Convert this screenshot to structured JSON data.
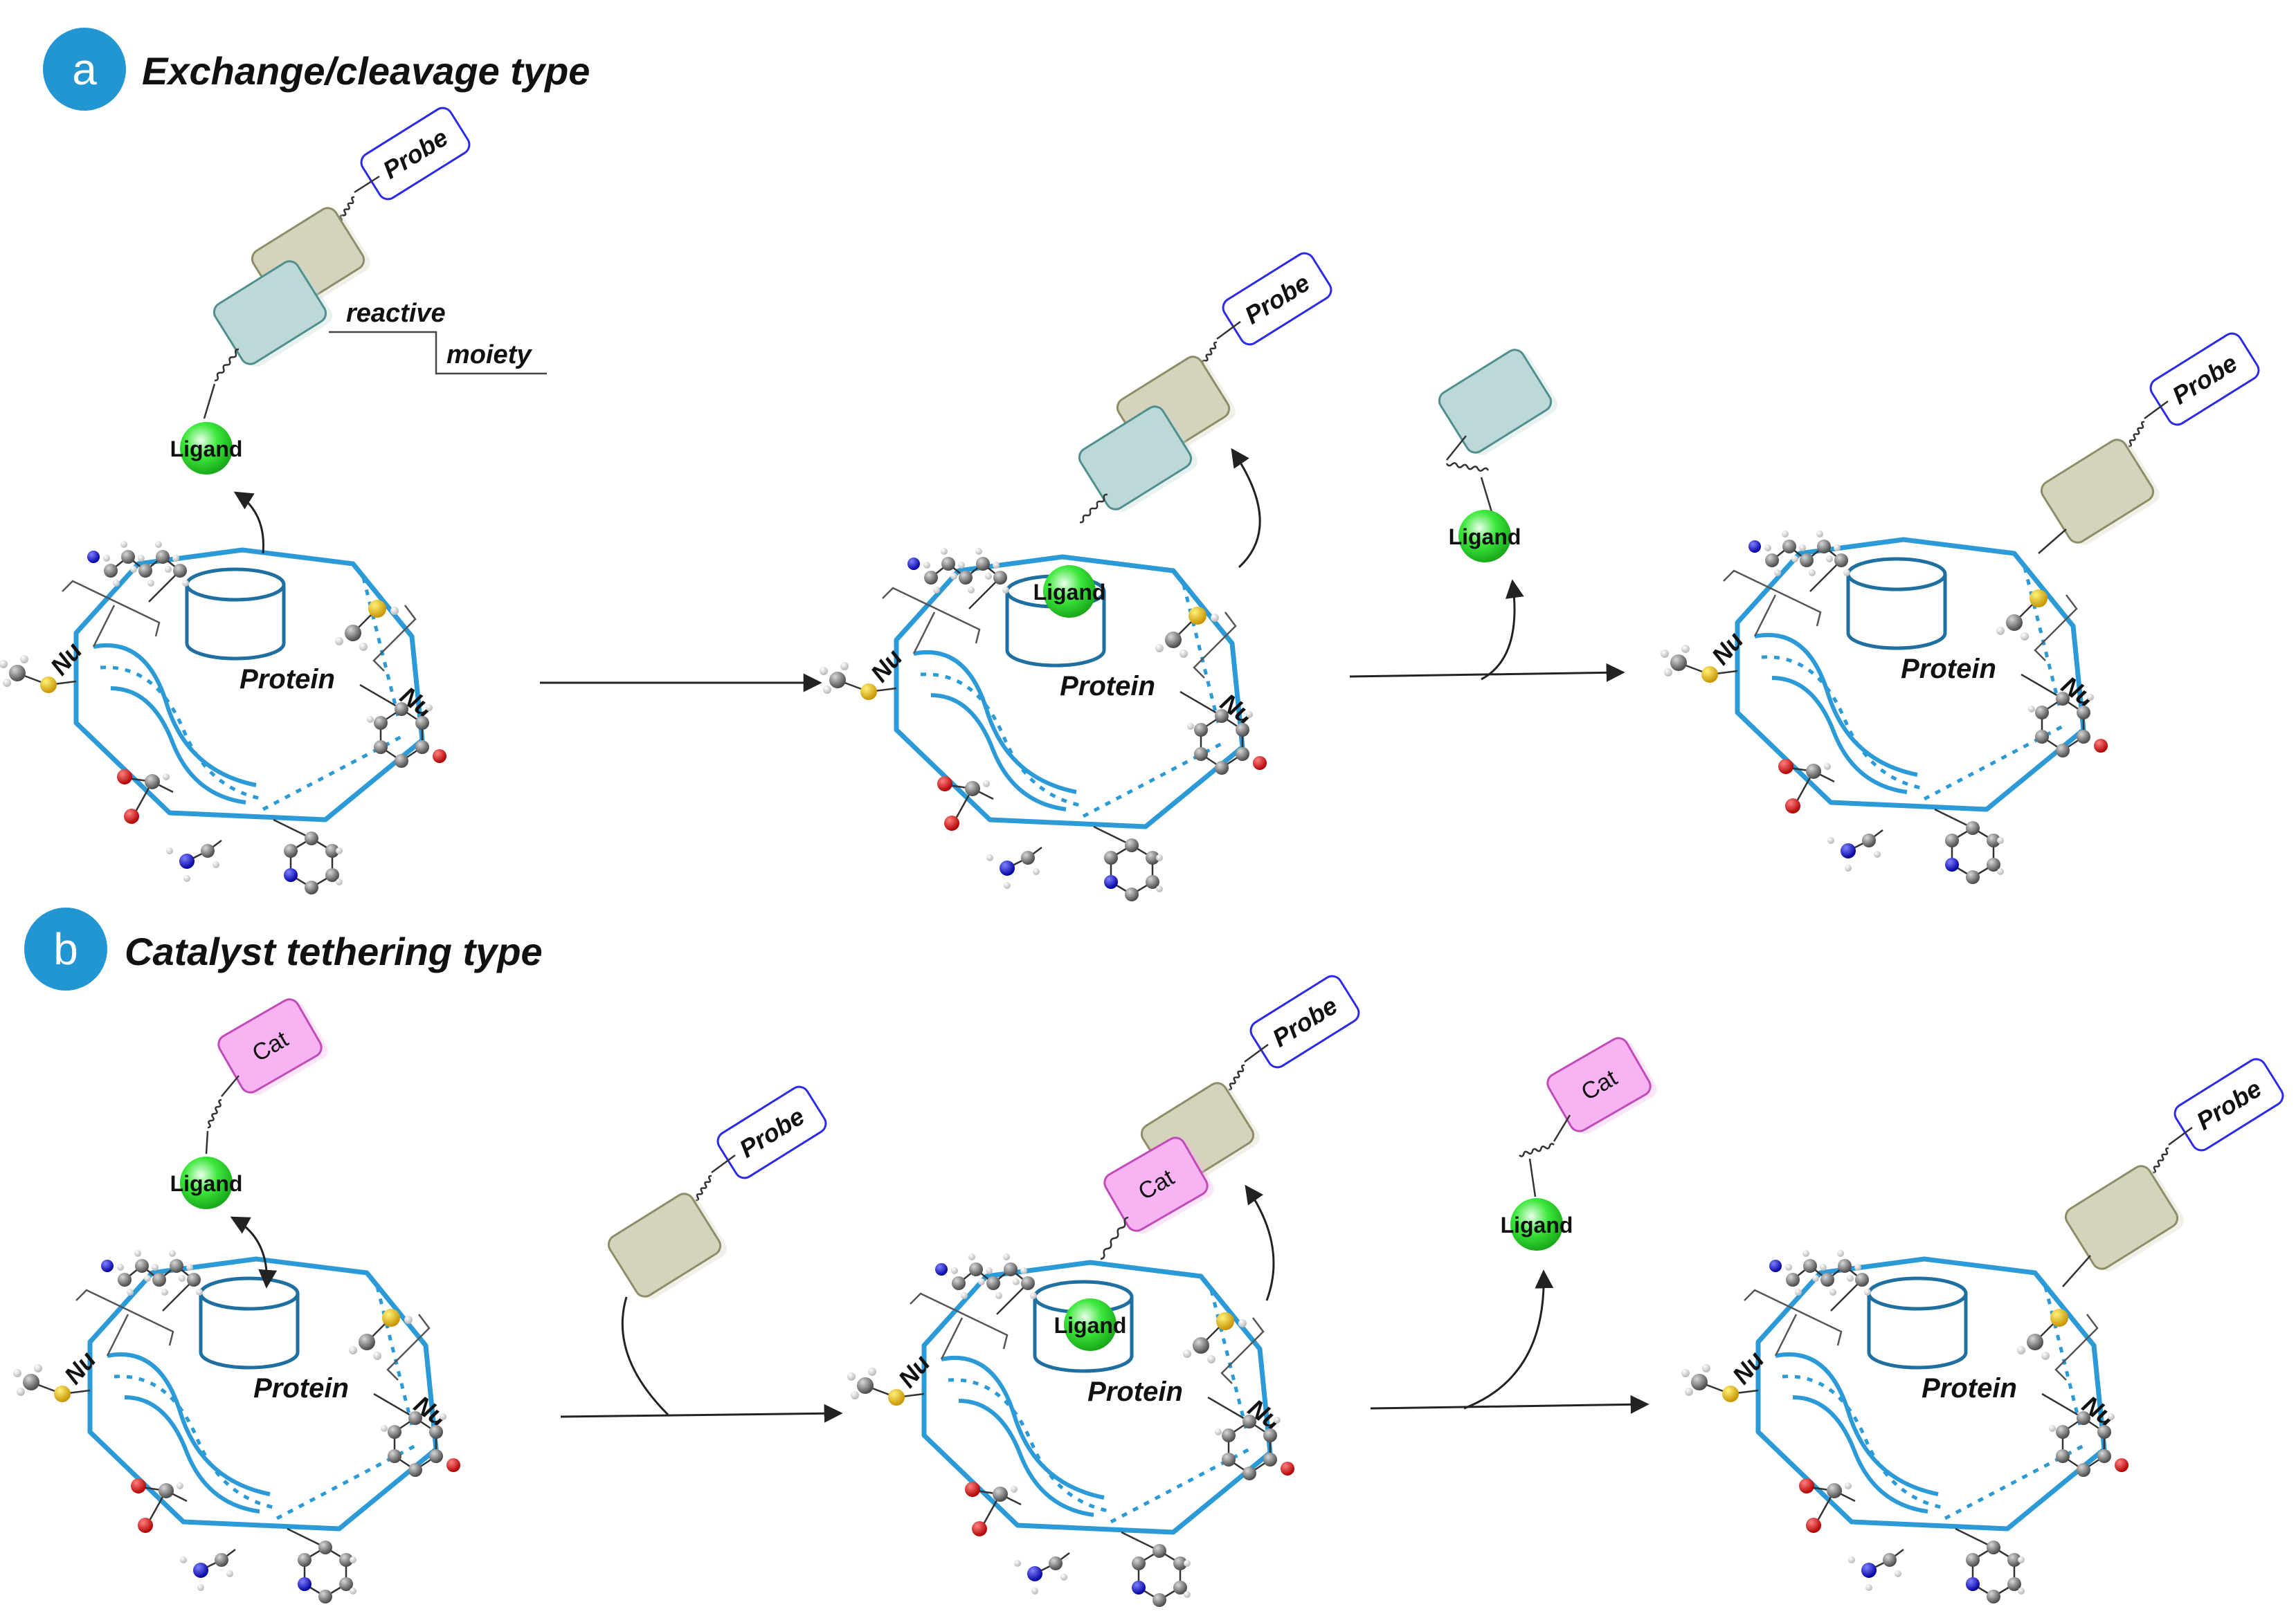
{
  "panels": [
    {
      "badge": "a",
      "title": "Exchange/cleavage type"
    },
    {
      "badge": "b",
      "title": "Catalyst tethering type"
    }
  ],
  "labels": {
    "probe": "Probe",
    "ligand": "Ligand",
    "protein": "Protein",
    "nu": "Nu",
    "cat": "Cat",
    "reactive": "reactive",
    "moiety": "moiety"
  },
  "colors": {
    "badge": "#2296d3",
    "protein": "#2b9ad6",
    "probe_border": "#2a2ae8",
    "tan": "#d6d3bc",
    "teal": "#bcd9d8",
    "cat": "#f7b3f2",
    "ligand": "#2fe02f",
    "sulfur": "#e8b400",
    "oxygen": "#d01010",
    "nitrogen": "#1010c0",
    "carbon": "#666666"
  }
}
